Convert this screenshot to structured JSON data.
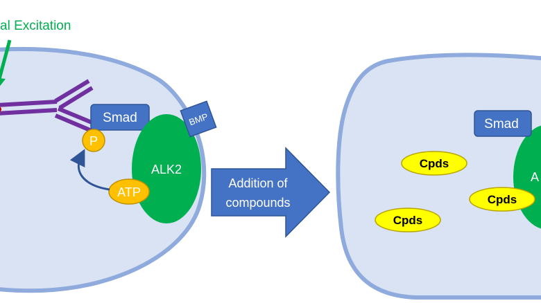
{
  "excitation": {
    "label": "al Excitation"
  },
  "left_cell": {
    "smad_label": "Smad",
    "receptor_label": "ALK2",
    "ligand_label": "BMP",
    "phosphate_label": "P",
    "atp_label": "ATP"
  },
  "process_arrow": {
    "line1": "Addition of",
    "line2": "compounds"
  },
  "right_cell": {
    "smad_label": "Smad",
    "receptor_partial_label": "A",
    "compounds": [
      "Cpds",
      "Cpds",
      "Cpds"
    ]
  },
  "colors": {
    "cell_fill": "#dae3f3",
    "cell_border": "#8faadc",
    "box_blue": "#4472c4",
    "alk2_green": "#00b050",
    "atp_orange": "#ffc000",
    "compound_yellow": "#ffff00",
    "antibody_purple": "#7030a0",
    "excitation_green": "#00b050"
  }
}
